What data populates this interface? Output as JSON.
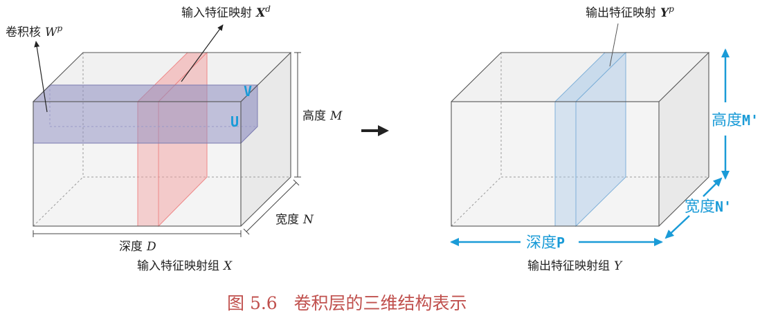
{
  "left": {
    "kernel_label": "卷积核",
    "kernel_var": "W",
    "kernel_sup": "p",
    "input_map_label": "输入特征映射",
    "input_map_var": "X",
    "input_map_sup": "d",
    "v_label": "V",
    "u_label": "U",
    "height_label": "高度",
    "height_var": "M",
    "width_label": "宽度",
    "width_var": "N",
    "depth_label": "深度",
    "depth_var": "D",
    "group_label": "输入特征映射组",
    "group_var": "X"
  },
  "right": {
    "output_map_label": "输出特征映射",
    "output_map_var": "Y",
    "output_map_sup": "p",
    "height_label": "高度",
    "height_var": "M'",
    "width_label": "宽度",
    "width_var": "N'",
    "depth_label": "深度",
    "depth_var": "P",
    "group_label": "输出特征映射组",
    "group_var": "Y"
  },
  "caption": "图 5.6   卷积层的三维结构表示",
  "colors": {
    "kernel_fill": "#8c8cc0",
    "input_slice_fill": "#f2a0a0",
    "output_slice_fill": "#a8c8e8",
    "accent_blue": "#1a9bd7",
    "caption_red": "#c0504d"
  }
}
